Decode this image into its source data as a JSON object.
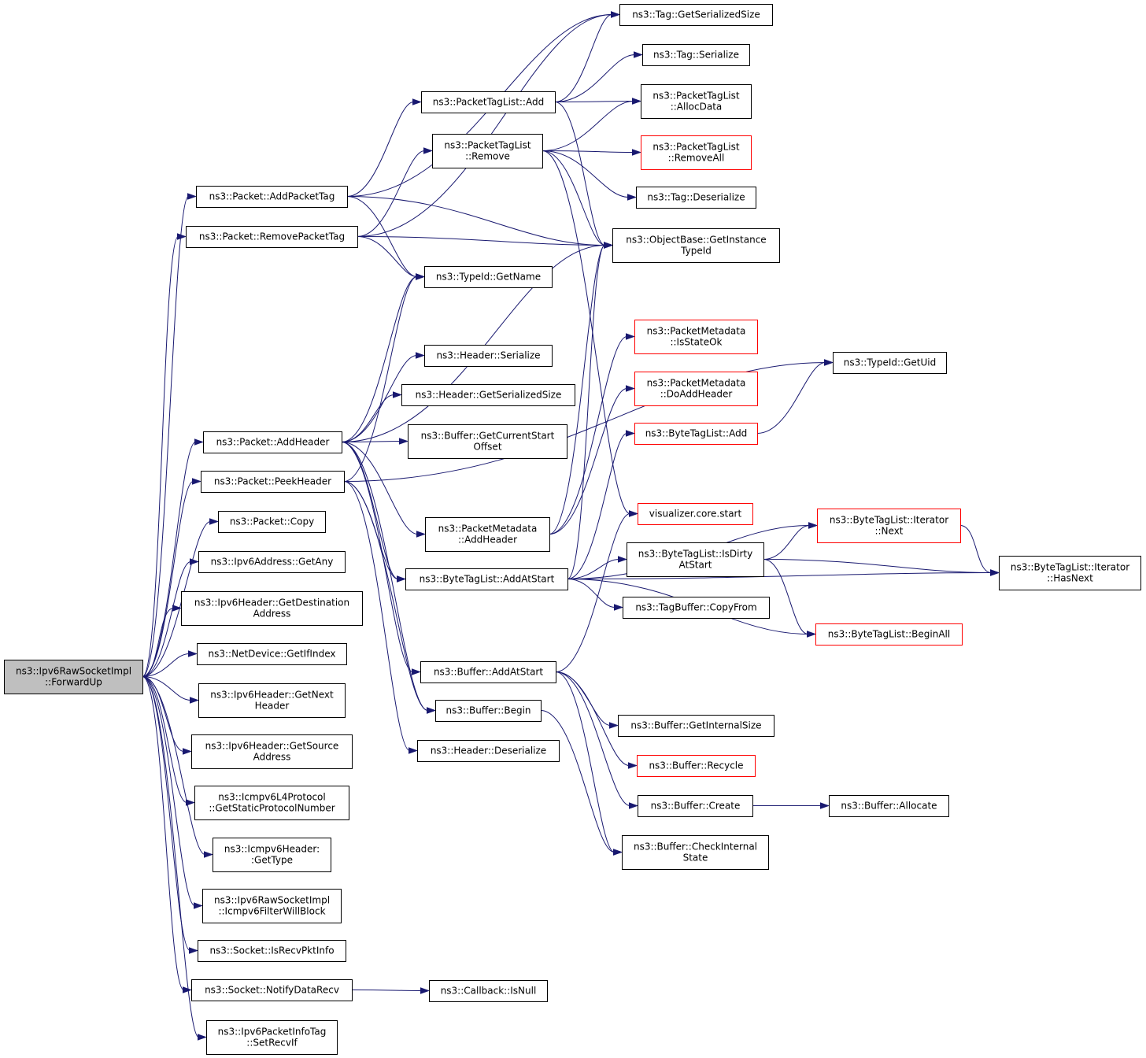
{
  "colors": {
    "edge": "#191970",
    "node_border": "#000000",
    "node_border_incomplete": "#ff0000",
    "root_fill": "#bfbfbf",
    "background": "#ffffff"
  },
  "nodes": [
    {
      "id": "root",
      "lines": [
        "ns3::Ipv6RawSocketImpl",
        "::ForwardUp"
      ],
      "style": "root"
    },
    {
      "id": "addpackettag",
      "lines": [
        "ns3::Packet::AddPacketTag"
      ]
    },
    {
      "id": "removepackettag",
      "lines": [
        "ns3::Packet::RemovePacketTag"
      ]
    },
    {
      "id": "addheader",
      "lines": [
        "ns3::Packet::AddHeader"
      ]
    },
    {
      "id": "peekheader",
      "lines": [
        "ns3::Packet::PeekHeader"
      ]
    },
    {
      "id": "copy",
      "lines": [
        "ns3::Packet::Copy"
      ]
    },
    {
      "id": "getany",
      "lines": [
        "ns3::Ipv6Address::GetAny"
      ]
    },
    {
      "id": "getdest",
      "lines": [
        "ns3::Ipv6Header::GetDestination",
        "Address"
      ]
    },
    {
      "id": "getifindex",
      "lines": [
        "ns3::NetDevice::GetIfIndex"
      ]
    },
    {
      "id": "getnext",
      "lines": [
        "ns3::Ipv6Header::GetNext",
        "Header"
      ]
    },
    {
      "id": "getsource",
      "lines": [
        "ns3::Ipv6Header::GetSource",
        "Address"
      ]
    },
    {
      "id": "getstatic",
      "lines": [
        "ns3::Icmpv6L4Protocol",
        "::GetStaticProtocolNumber"
      ]
    },
    {
      "id": "gettype",
      "lines": [
        "ns3::Icmpv6Header:",
        ":GetType"
      ]
    },
    {
      "id": "filterwillblock",
      "lines": [
        "ns3::Ipv6RawSocketImpl",
        "::Icmpv6FilterWillBlock"
      ]
    },
    {
      "id": "isrecvpktinfo",
      "lines": [
        "ns3::Socket::IsRecvPktInfo"
      ]
    },
    {
      "id": "notifydatarecv",
      "lines": [
        "ns3::Socket::NotifyDataRecv"
      ]
    },
    {
      "id": "setrecvif",
      "lines": [
        "ns3::Ipv6PacketInfoTag",
        "::SetRecvIf"
      ]
    },
    {
      "id": "tag_getsersize",
      "lines": [
        "ns3::Tag::GetSerializedSize"
      ]
    },
    {
      "id": "ptl_add",
      "lines": [
        "ns3::PacketTagList::Add"
      ]
    },
    {
      "id": "ptl_remove",
      "lines": [
        "ns3::PacketTagList",
        "::Remove"
      ]
    },
    {
      "id": "typeid_getname",
      "lines": [
        "ns3::TypeId::GetName"
      ]
    },
    {
      "id": "header_serialize",
      "lines": [
        "ns3::Header::Serialize"
      ]
    },
    {
      "id": "header_getsersize",
      "lines": [
        "ns3::Header::GetSerializedSize"
      ]
    },
    {
      "id": "buffer_getcurstart",
      "lines": [
        "ns3::Buffer::GetCurrentStart",
        "Offset"
      ]
    },
    {
      "id": "pm_addheader",
      "lines": [
        "ns3::PacketMetadata",
        "::AddHeader"
      ]
    },
    {
      "id": "btl_addatstart",
      "lines": [
        "ns3::ByteTagList::AddAtStart"
      ]
    },
    {
      "id": "buffer_addatstart",
      "lines": [
        "ns3::Buffer::AddAtStart"
      ]
    },
    {
      "id": "buffer_begin",
      "lines": [
        "ns3::Buffer::Begin"
      ]
    },
    {
      "id": "header_deserialize",
      "lines": [
        "ns3::Header::Deserialize"
      ]
    },
    {
      "id": "callback_isnull",
      "lines": [
        "ns3::Callback::IsNull"
      ]
    },
    {
      "id": "tag_serialize",
      "lines": [
        "ns3::Tag::Serialize"
      ]
    },
    {
      "id": "ptl_allocdata",
      "lines": [
        "ns3::PacketTagList",
        "::AllocData"
      ]
    },
    {
      "id": "ptl_removeall",
      "lines": [
        "ns3::PacketTagList",
        "::RemoveAll"
      ],
      "style": "red"
    },
    {
      "id": "tag_deserialize",
      "lines": [
        "ns3::Tag::Deserialize"
      ]
    },
    {
      "id": "ob_getinstancetypeid",
      "lines": [
        "ns3::ObjectBase::GetInstance",
        "TypeId"
      ]
    },
    {
      "id": "pm_isstateok",
      "lines": [
        "ns3::PacketMetadata",
        "::IsStateOk"
      ],
      "style": "red"
    },
    {
      "id": "pm_doaddheader",
      "lines": [
        "ns3::PacketMetadata",
        "::DoAddHeader"
      ],
      "style": "red"
    },
    {
      "id": "btl_add",
      "lines": [
        "ns3::ByteTagList::Add"
      ],
      "style": "red"
    },
    {
      "id": "viz_start",
      "lines": [
        "visualizer.core.start"
      ],
      "style": "red"
    },
    {
      "id": "btl_isdirty",
      "lines": [
        "ns3::ByteTagList::IsDirty",
        "AtStart"
      ]
    },
    {
      "id": "tagbuffer_copyfrom",
      "lines": [
        "ns3::TagBuffer::CopyFrom"
      ]
    },
    {
      "id": "buffer_getinternalsize",
      "lines": [
        "ns3::Buffer::GetInternalSize"
      ]
    },
    {
      "id": "buffer_recycle",
      "lines": [
        "ns3::Buffer::Recycle"
      ],
      "style": "red"
    },
    {
      "id": "buffer_create",
      "lines": [
        "ns3::Buffer::Create"
      ]
    },
    {
      "id": "buffer_checkinternal",
      "lines": [
        "ns3::Buffer::CheckInternal",
        "State"
      ]
    },
    {
      "id": "typeid_getuid",
      "lines": [
        "ns3::TypeId::GetUid"
      ]
    },
    {
      "id": "btl_iter_next",
      "lines": [
        "ns3::ByteTagList::Iterator",
        "::Next"
      ],
      "style": "red"
    },
    {
      "id": "btl_beginall",
      "lines": [
        "ns3::ByteTagList::BeginAll"
      ],
      "style": "red"
    },
    {
      "id": "buffer_allocate",
      "lines": [
        "ns3::Buffer::Allocate"
      ]
    },
    {
      "id": "btl_iter_hasnext",
      "lines": [
        "ns3::ByteTagList::Iterator",
        "::HasNext"
      ]
    }
  ],
  "edges": [
    [
      "root",
      "addpackettag"
    ],
    [
      "root",
      "removepackettag"
    ],
    [
      "root",
      "addheader"
    ],
    [
      "root",
      "peekheader"
    ],
    [
      "root",
      "copy"
    ],
    [
      "root",
      "getany"
    ],
    [
      "root",
      "getdest"
    ],
    [
      "root",
      "getifindex"
    ],
    [
      "root",
      "getnext"
    ],
    [
      "root",
      "getsource"
    ],
    [
      "root",
      "getstatic"
    ],
    [
      "root",
      "gettype"
    ],
    [
      "root",
      "filterwillblock"
    ],
    [
      "root",
      "isrecvpktinfo"
    ],
    [
      "root",
      "notifydatarecv"
    ],
    [
      "root",
      "setrecvif"
    ],
    [
      "addpackettag",
      "tag_getsersize"
    ],
    [
      "addpackettag",
      "ptl_add"
    ],
    [
      "addpackettag",
      "typeid_getname"
    ],
    [
      "addpackettag",
      "ob_getinstancetypeid"
    ],
    [
      "removepackettag",
      "ptl_remove"
    ],
    [
      "removepackettag",
      "tag_getsersize"
    ],
    [
      "removepackettag",
      "typeid_getname"
    ],
    [
      "removepackettag",
      "ob_getinstancetypeid"
    ],
    [
      "addheader",
      "typeid_getname"
    ],
    [
      "addheader",
      "ob_getinstancetypeid"
    ],
    [
      "addheader",
      "header_serialize"
    ],
    [
      "addheader",
      "header_getsersize"
    ],
    [
      "addheader",
      "buffer_getcurstart"
    ],
    [
      "addheader",
      "pm_addheader"
    ],
    [
      "addheader",
      "btl_addatstart"
    ],
    [
      "addheader",
      "buffer_addatstart"
    ],
    [
      "addheader",
      "buffer_begin"
    ],
    [
      "peekheader",
      "typeid_getname"
    ],
    [
      "peekheader",
      "btl_addatstart"
    ],
    [
      "peekheader",
      "buffer_begin"
    ],
    [
      "peekheader",
      "header_deserialize"
    ],
    [
      "peekheader",
      "typeid_getuid"
    ],
    [
      "ptl_add",
      "tag_getsersize"
    ],
    [
      "ptl_add",
      "tag_serialize"
    ],
    [
      "ptl_add",
      "ptl_allocdata"
    ],
    [
      "ptl_add",
      "ob_getinstancetypeid"
    ],
    [
      "ptl_remove",
      "ptl_allocdata"
    ],
    [
      "ptl_remove",
      "ptl_removeall"
    ],
    [
      "ptl_remove",
      "tag_deserialize"
    ],
    [
      "ptl_remove",
      "ob_getinstancetypeid"
    ],
    [
      "ptl_remove",
      "viz_start"
    ],
    [
      "pm_addheader",
      "ob_getinstancetypeid"
    ],
    [
      "pm_addheader",
      "pm_isstateok"
    ],
    [
      "pm_addheader",
      "pm_doaddheader"
    ],
    [
      "btl_addatstart",
      "ob_getinstancetypeid"
    ],
    [
      "btl_addatstart",
      "btl_add"
    ],
    [
      "btl_addatstart",
      "btl_iter_next"
    ],
    [
      "btl_addatstart",
      "btl_isdirty"
    ],
    [
      "btl_addatstart",
      "tagbuffer_copyfrom"
    ],
    [
      "btl_addatstart",
      "btl_beginall"
    ],
    [
      "btl_addatstart",
      "btl_iter_hasnext"
    ],
    [
      "buffer_addatstart",
      "viz_start"
    ],
    [
      "buffer_addatstart",
      "buffer_getinternalsize"
    ],
    [
      "buffer_addatstart",
      "buffer_recycle"
    ],
    [
      "buffer_addatstart",
      "buffer_create"
    ],
    [
      "buffer_addatstart",
      "buffer_checkinternal"
    ],
    [
      "buffer_begin",
      "buffer_checkinternal"
    ],
    [
      "btl_add",
      "typeid_getuid"
    ],
    [
      "btl_isdirty",
      "btl_iter_next"
    ],
    [
      "btl_isdirty",
      "btl_iter_hasnext"
    ],
    [
      "btl_isdirty",
      "btl_beginall"
    ],
    [
      "btl_iter_next",
      "btl_iter_hasnext"
    ],
    [
      "buffer_create",
      "buffer_allocate"
    ],
    [
      "notifydatarecv",
      "callback_isnull"
    ]
  ]
}
